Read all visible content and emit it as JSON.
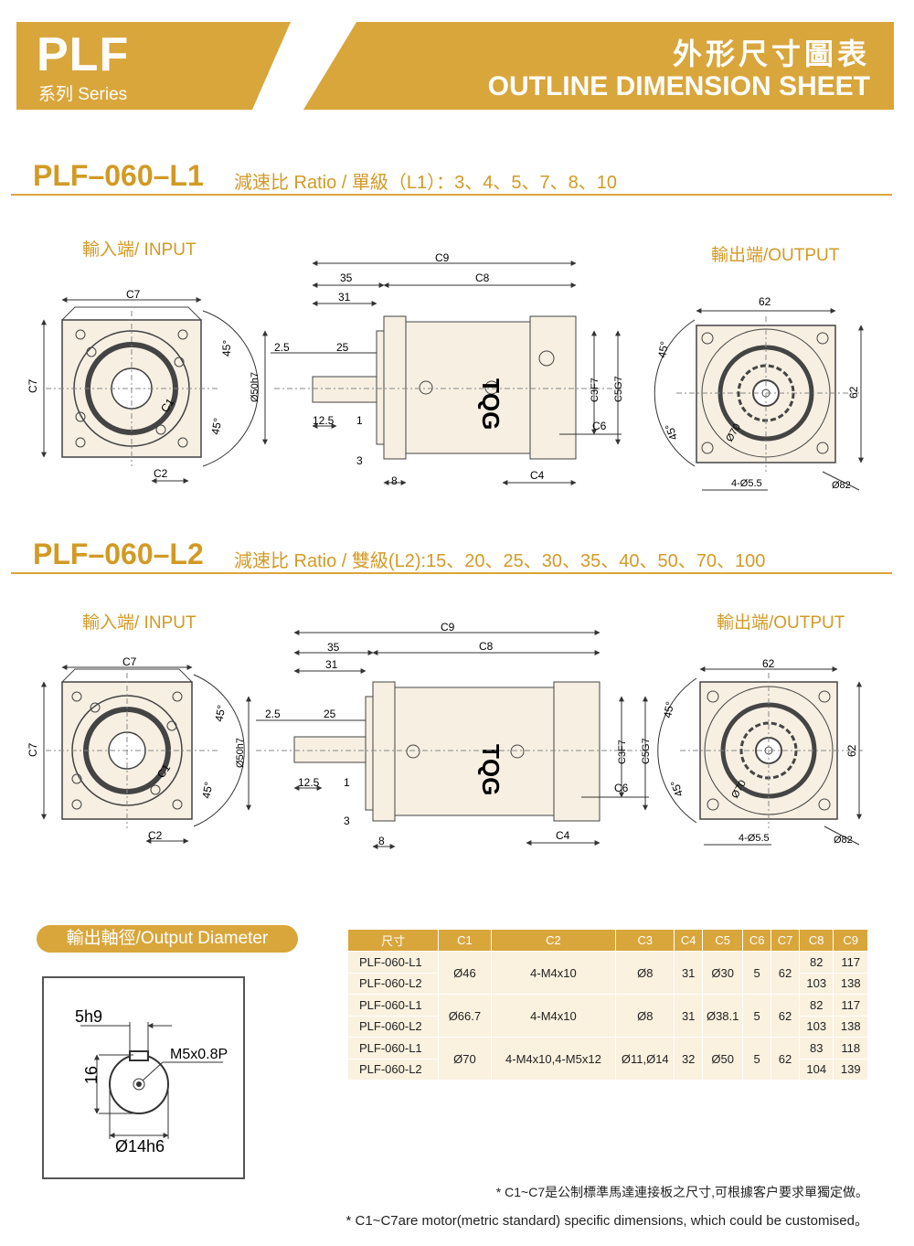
{
  "header": {
    "series_code": "PLF",
    "series_sub": "系列 Series",
    "sheet_cn": "外形尺寸圖表",
    "sheet_en": "OUTLINE DIMENSION SHEET"
  },
  "sections": [
    {
      "title": "PLF–060–L1",
      "ratio": "減速比 Ratio / 單級（L1）：3、4、5、7、8、10",
      "input_label": "輸入端/ INPUT",
      "output_label": "輸出端/OUTPUT",
      "input_dims": {
        "c7": "C7",
        "c7v": "C7",
        "c1": "C1",
        "c2": "C2",
        "a1": "45°",
        "a2": "45°"
      },
      "side_dims": {
        "c9": "C9",
        "c8": "C8",
        "d35": "35",
        "d31": "31",
        "d25": "25",
        "d2_5": "2.5",
        "d12_5": "12.5",
        "d1": "1",
        "d3": "3",
        "d8": "8",
        "c4": "C4",
        "c6": "C6",
        "c3": "C3F7",
        "c5": "C5G7",
        "phi50": "Ø50h7",
        "logo": "TQG"
      },
      "output_dims": {
        "d62h": "62",
        "d62v": "62",
        "a1": "45°",
        "a2": "45°",
        "phi70": "Ø70",
        "holes": "4-Ø5.5",
        "phi82": "Ø82"
      }
    },
    {
      "title": "PLF–060–L2",
      "ratio": "減速比 Ratio / 雙級(L2):15、20、25、30、35、40、50、70、100",
      "input_label": "輸入端/ INPUT",
      "output_label": "輸出端/OUTPUT",
      "input_dims": {
        "c7": "C7",
        "c7v": "C7",
        "c1": "C1",
        "c2": "C2",
        "a1": "45°",
        "a2": "45°"
      },
      "side_dims": {
        "c9": "C9",
        "c8": "C8",
        "d35": "35",
        "d31": "31",
        "d25": "25",
        "d2_5": "2.5",
        "d12_5": "12.5",
        "d1": "1",
        "d3": "3",
        "d8": "8",
        "c4": "C4",
        "c6": "C6",
        "c3": "C3F7",
        "c5": "C5G7",
        "phi50": "Ø50h7",
        "logo": "TQG"
      },
      "output_dims": {
        "d62h": "62",
        "d62v": "62",
        "a1": "45°",
        "a2": "45°",
        "phi70": "Ø70",
        "holes": "4-Ø5.5",
        "phi82": "Ø82"
      }
    }
  ],
  "output_diameter": {
    "badge": "輸出軸徑/Output Diameter",
    "key": "5h9",
    "thread": "M5x0.8P",
    "height": "16",
    "shaft": "Ø14h6"
  },
  "table": {
    "headers": [
      "尺寸",
      "C1",
      "C2",
      "C3",
      "C4",
      "C5",
      "C6",
      "C7",
      "C8",
      "C9"
    ],
    "groups": [
      {
        "m1": "PLF-060-L1",
        "m2": "PLF-060-L2",
        "c1": "Ø46",
        "c2": "4-M4x10",
        "c3": "Ø8",
        "c4": "31",
        "c5": "Ø30",
        "c6": "5",
        "c7": "62",
        "c8a": "82",
        "c8b": "103",
        "c9a": "117",
        "c9b": "138"
      },
      {
        "m1": "PLF-060-L1",
        "m2": "PLF-060-L2",
        "c1": "Ø66.7",
        "c2": "4-M4x10",
        "c3": "Ø8",
        "c4": "31",
        "c5": "Ø38.1",
        "c6": "5",
        "c7": "62",
        "c8a": "82",
        "c8b": "103",
        "c9a": "117",
        "c9b": "138"
      },
      {
        "m1": "PLF-060-L1",
        "m2": "PLF-060-L2",
        "c1": "Ø70",
        "c2": "4-M4x10,4-M5x12",
        "c3": "Ø11,Ø14",
        "c4": "32",
        "c5": "Ø50",
        "c6": "5",
        "c7": "62",
        "c8a": "83",
        "c8b": "104",
        "c9a": "118",
        "c9b": "139"
      }
    ]
  },
  "notes": {
    "cn": "* C1~C7是公制標準馬達連接板之尺寸,可根據客户要求單獨定做。",
    "en": "* C1~C7are motor(metric standard) specific dimensions, which could be customised。"
  },
  "colors": {
    "accent": "#d9a63c",
    "accent_text": "#d29a25",
    "part_fill": "#f6efe2",
    "table_row": "#faf1df"
  }
}
